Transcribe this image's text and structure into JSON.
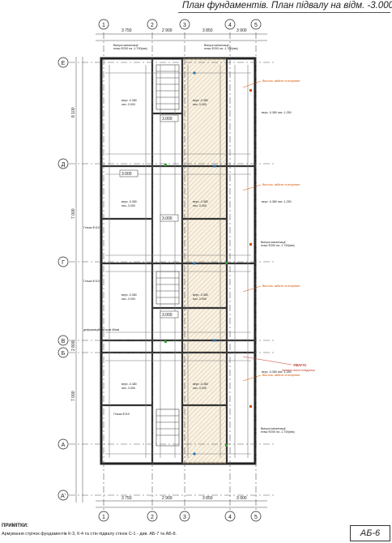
{
  "title": "План фундаментів. План підвалу на відм. -3.000",
  "axes": {
    "vertical": [
      "1",
      "2",
      "3",
      "4",
      "5"
    ],
    "horizontal": [
      "Е",
      "Д",
      "Г",
      "В",
      "Б",
      "А",
      "А'"
    ]
  },
  "dimensions": {
    "top": [
      "3 750",
      "2 900",
      "3 850",
      "3 900"
    ],
    "bottom": [
      "3 750",
      "2 900",
      "3 850",
      "3 900"
    ],
    "left": [
      "8 100",
      "7 000",
      "2 800",
      "7 000"
    ]
  },
  "levels": {
    "top_mark": "верх -0.380",
    "bottom_mark": "низ -3.000",
    "hatch_mark": "верх -0.380 низ -1.250"
  },
  "rooms": [
    "3.000",
    "3.000",
    "3.000",
    "3.000"
  ],
  "callouts": {
    "inlet_label": "Випуск каналізації",
    "inlet_spec": "пташ Ф200 на -1.700(мм)",
    "sleeve_label": "Гільза Ф110",
    "warning_title": "УВАГА!",
    "warning_text": "Змінено висотні відмітки",
    "niche_note": "Виз.ніш. забити та вгорнати",
    "deformation_seam": "деформаційний шов 40мм"
  },
  "notes": {
    "heading": "ПРИМІТКИ:",
    "text": "Армування стрічок фундаментів К-3, К-4 та стін підвалу стінок С-1 - див. АБ-7 та АБ-8."
  },
  "sheet": "АБ-6"
}
